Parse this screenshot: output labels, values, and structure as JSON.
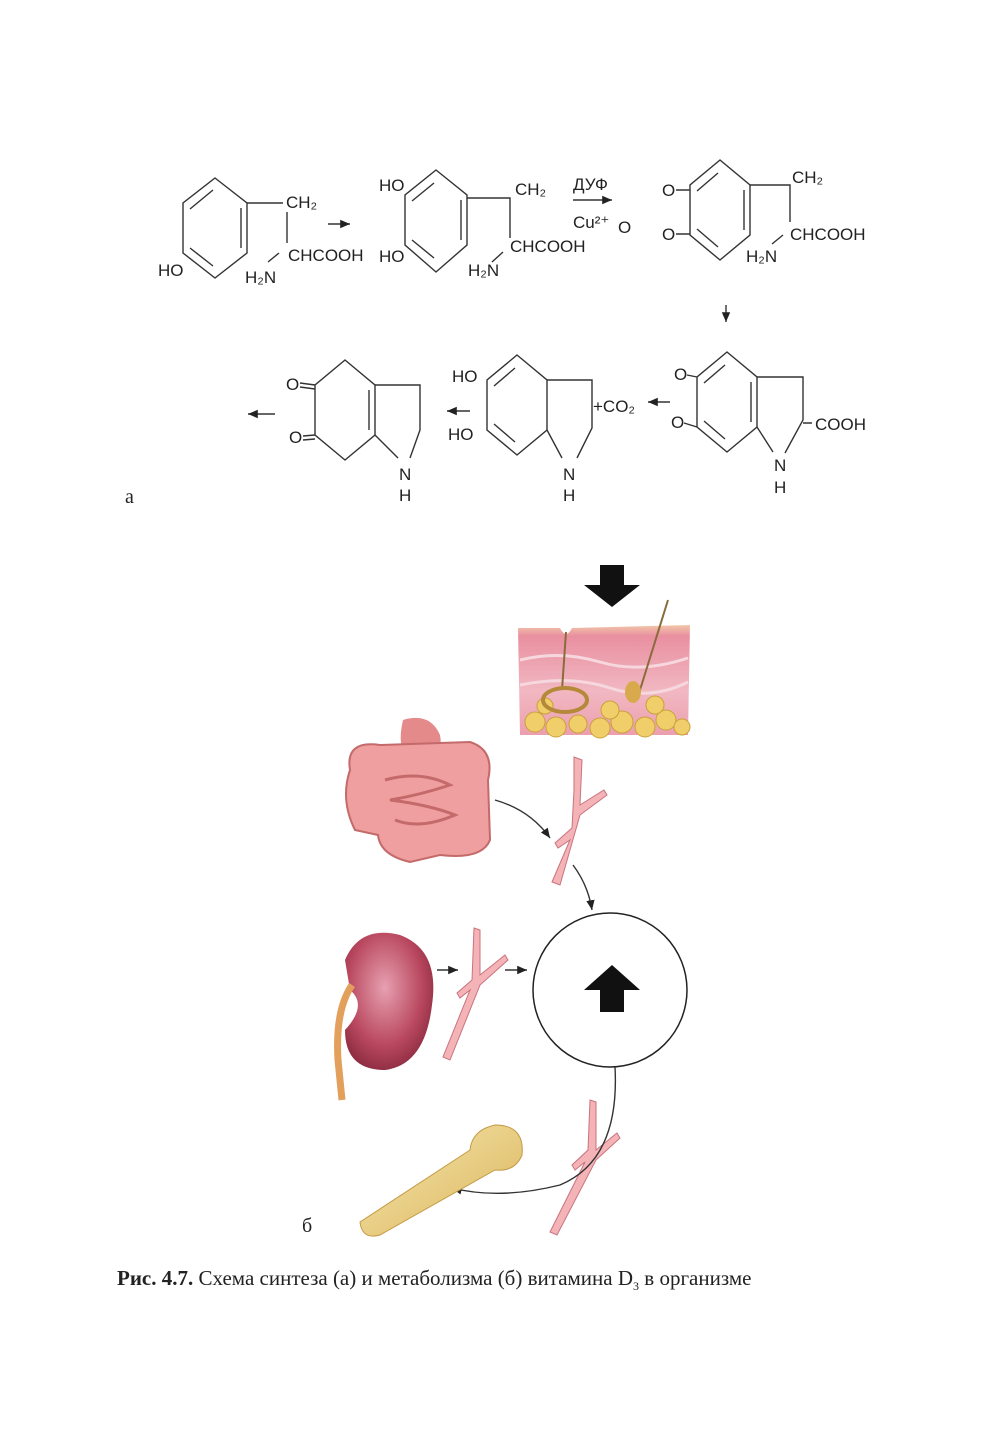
{
  "part_a": {
    "label": "а",
    "mol1": {
      "ho": "HO",
      "ch2": "CH₂",
      "chcooh": "CHCOOH",
      "h2n": "H₂N"
    },
    "mol2": {
      "ho_top": "HO",
      "ho_bottom": "HO",
      "ch2": "CH₂",
      "chcooh": "CHCOOH",
      "h2n": "H₂N"
    },
    "reagents": {
      "top": "ДУФ",
      "bottom": "Cu²⁺",
      "o": "O"
    },
    "mol3": {
      "o_top": "O",
      "o_bottom": "O",
      "ch2": "CH₂",
      "chcooh": "CHCOOH",
      "h2n": "H₂N"
    },
    "mol4": {
      "o_top": "O",
      "o_bottom": "O",
      "cooh": "COOH",
      "n": "N",
      "h": "H"
    },
    "co2": "+CO₂",
    "mol5": {
      "ho_top": "HO",
      "ho_bottom": "HO",
      "n": "N",
      "h": "H"
    },
    "mol6": {
      "o_top": "O",
      "o_bottom": "O",
      "n": "N",
      "h": "H"
    }
  },
  "part_b": {
    "label": "б"
  },
  "caption": {
    "prefix": "Рис. 4.7.",
    "text": " Схема синтеза (а) и метаболизма (б) витамина D",
    "sub": "3",
    "suffix": " в организме"
  }
}
